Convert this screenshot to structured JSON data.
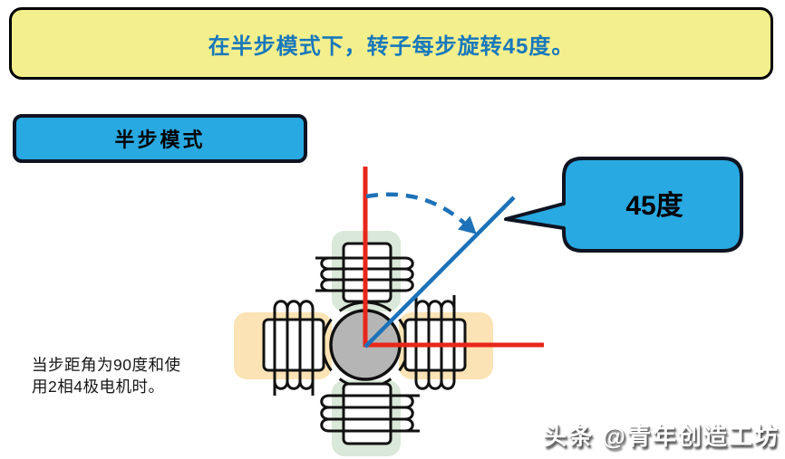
{
  "banner": {
    "text": "在半步模式下，转子每步旋转45度。"
  },
  "mode_label": {
    "text": "半步模式"
  },
  "callout": {
    "text": "45度"
  },
  "note": {
    "line1": "当步距角为90度和使",
    "line2": "用2相4极电机时。"
  },
  "watermark": {
    "text": "头条 @青年创造工坊"
  },
  "colors": {
    "banner_bg": "#f3ef8c",
    "banner_text": "#1878bc",
    "badge_blue": "#29a9e1",
    "outline_dark": "#101322",
    "axis_red": "#e8271b",
    "rotation_blue": "#1d71b8",
    "coil_bg_green": "#d9e8d8",
    "coil_bg_orange": "#fbe3b5",
    "rotor_gray": "#b5b5b5",
    "coil_outline": "#111111"
  }
}
